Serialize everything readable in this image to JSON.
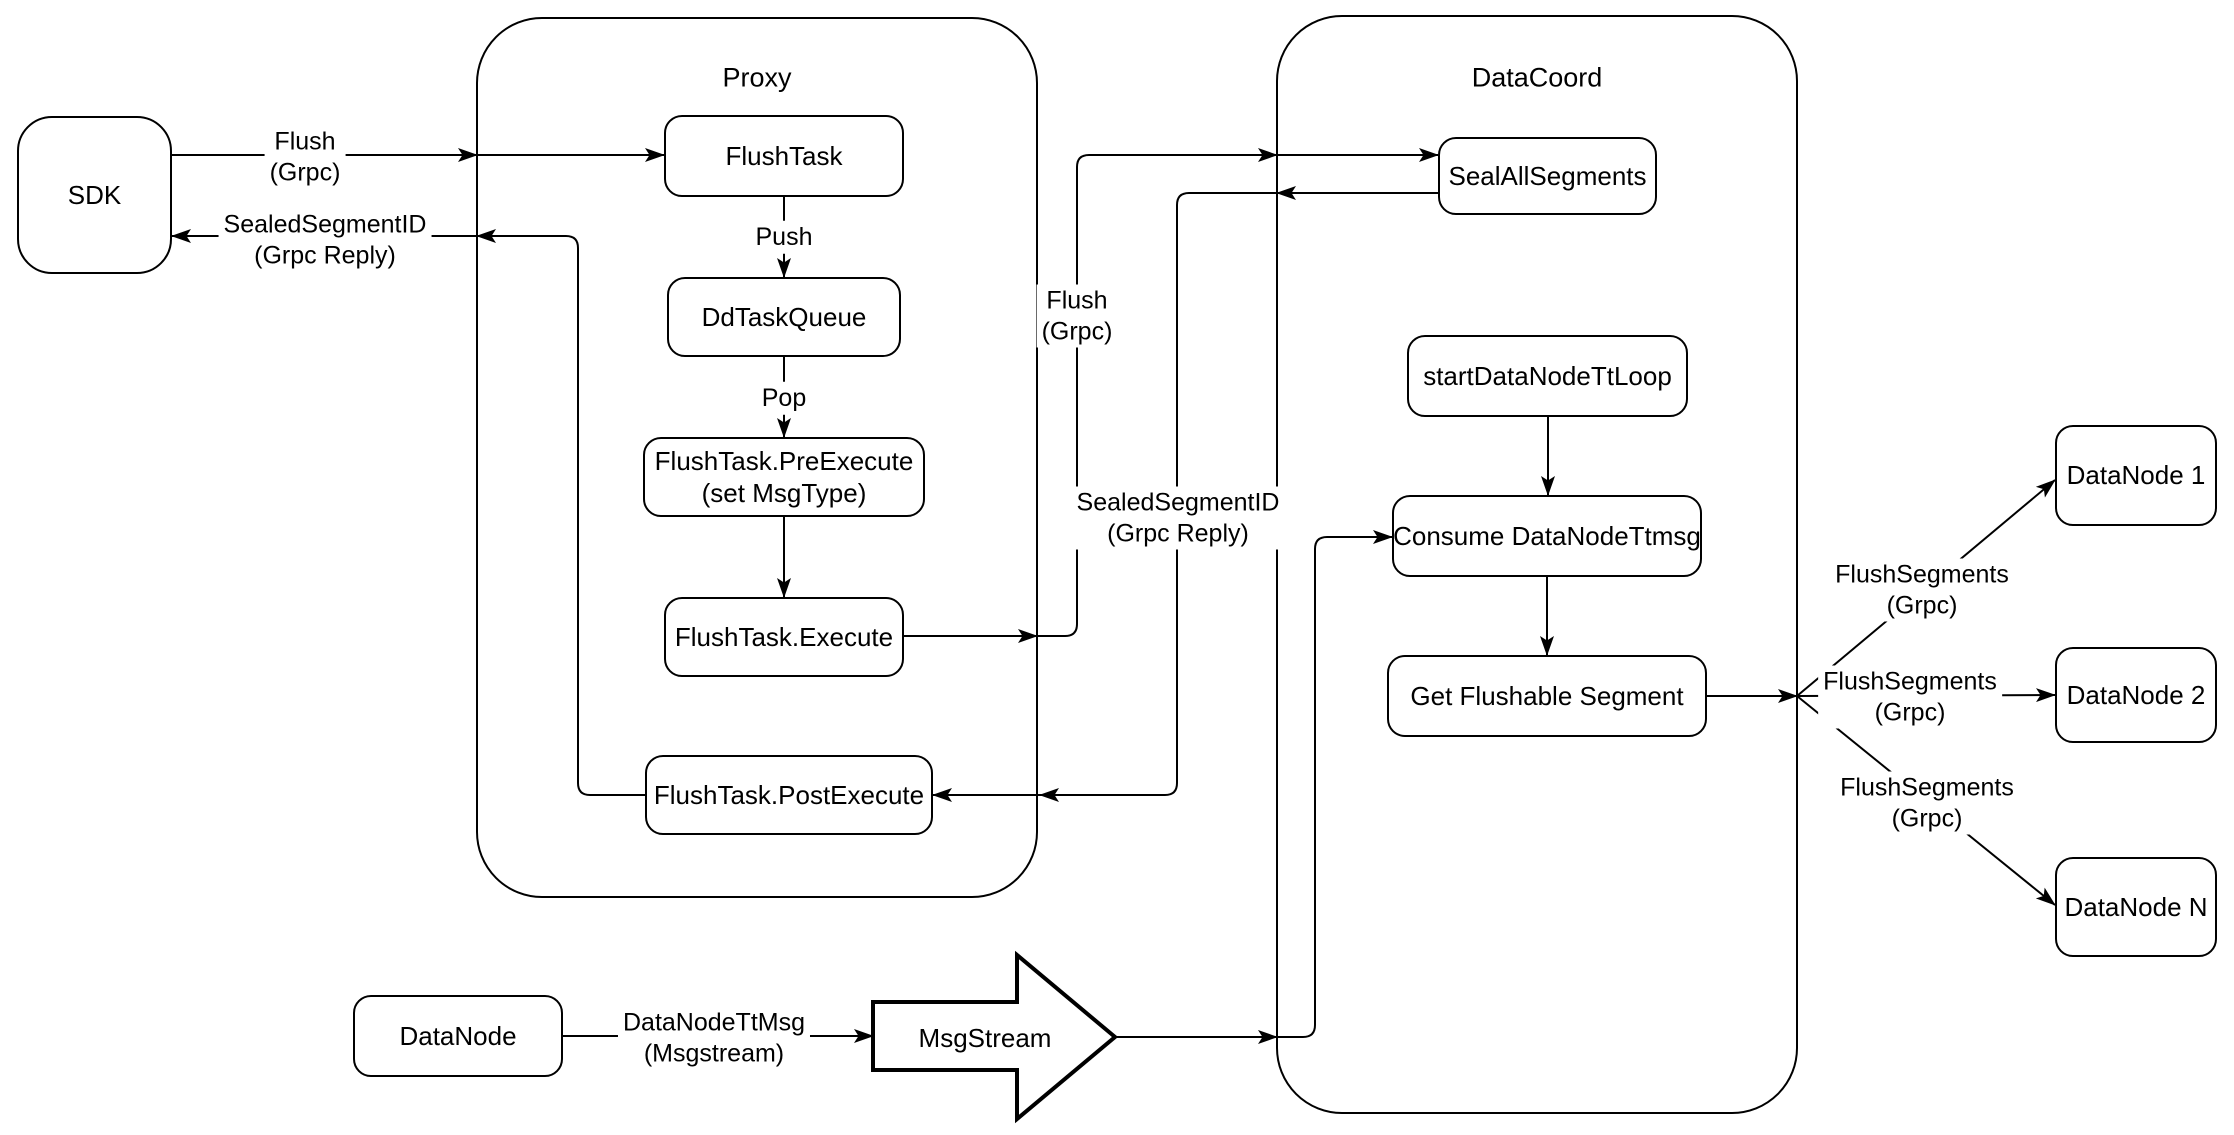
{
  "containers": {
    "proxy": {
      "title": "Proxy"
    },
    "datacoord": {
      "title": "DataCoord"
    }
  },
  "nodes": {
    "sdk": {
      "label": "SDK"
    },
    "flush_task": {
      "label": "FlushTask"
    },
    "dd_task_queue": {
      "label": "DdTaskQueue"
    },
    "pre_execute": {
      "label": "FlushTask.PreExecute",
      "sublabel": "(set MsgType)"
    },
    "execute": {
      "label": "FlushTask.Execute"
    },
    "post_execute": {
      "label": "FlushTask.PostExecute"
    },
    "seal_all_segments": {
      "label": "SealAllSegments"
    },
    "start_datanode_tt_loop": {
      "label": "startDataNodeTtLoop"
    },
    "consume_datanode_ttmsg": {
      "label": "Consume DataNodeTtmsg"
    },
    "get_flushable_segment": {
      "label": "Get Flushable Segment"
    },
    "datanode_1": {
      "label": "DataNode 1"
    },
    "datanode_2": {
      "label": "DataNode 2"
    },
    "datanode_n": {
      "label": "DataNode N"
    },
    "datanode": {
      "label": "DataNode"
    },
    "msgstream": {
      "label": "MsgStream"
    }
  },
  "edge_labels": {
    "flush_sdk": {
      "line1": "Flush",
      "line2": "(Grpc)"
    },
    "sealed_sdk": {
      "line1": "SealedSegmentID",
      "line2": "(Grpc Reply)"
    },
    "push": {
      "line1": "Push"
    },
    "pop": {
      "line1": "Pop"
    },
    "flush_mid": {
      "line1": "Flush",
      "line2": "(Grpc)"
    },
    "sealed_mid": {
      "line1": "SealedSegmentID",
      "line2": "(Grpc Reply)"
    },
    "flush_segments_1": {
      "line1": "FlushSegments",
      "line2": "(Grpc)"
    },
    "flush_segments_2": {
      "line1": "FlushSegments",
      "line2": "(Grpc)"
    },
    "flush_segments_3": {
      "line1": "FlushSegments",
      "line2": "(Grpc)"
    },
    "datanode_ttmsg": {
      "line1": "DataNodeTtMsg",
      "line2": "(Msgstream)"
    }
  },
  "colors": {
    "stroke": "#000000",
    "node_fill": "#ffffff",
    "background": "#ffffff",
    "text": "#000000"
  }
}
